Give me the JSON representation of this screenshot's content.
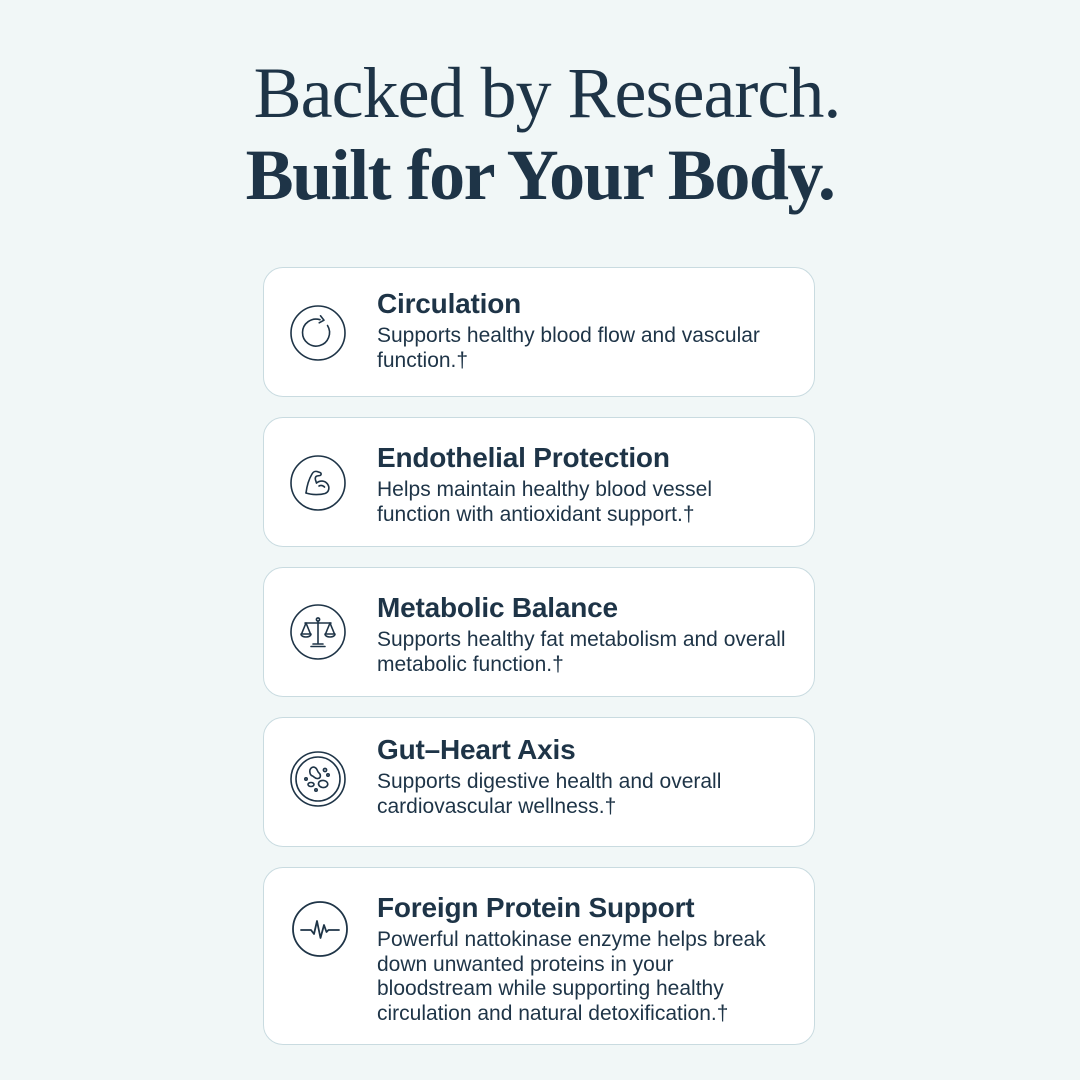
{
  "headline": {
    "line1": "Backed by Research.",
    "line2": "Built for Your Body."
  },
  "benefits": [
    {
      "icon": "circulation-icon",
      "title": "Circulation",
      "description": "Supports healthy blood flow and vascular function.†"
    },
    {
      "icon": "flexed-arm-icon",
      "title": "Endothelial Protection",
      "description": "Helps maintain healthy blood vessel function with antioxidant support.†"
    },
    {
      "icon": "balance-scale-icon",
      "title": "Metabolic Balance",
      "description": "Supports healthy fat metabolism and overall metabolic function.†"
    },
    {
      "icon": "gut-bacteria-icon",
      "title": "Gut–Heart Axis",
      "description": "Supports digestive health and overall cardiovascular wellness.†"
    },
    {
      "icon": "heartbeat-pulse-icon",
      "title": "Foreign Protein Support",
      "description": "Powerful nattokinase enzyme helps break down unwanted proteins in your bloodstream while supporting healthy circulation and natural detoxification.†"
    }
  ],
  "colors": {
    "background": "#f1f7f7",
    "text": "#1e3447",
    "card": "#ffffff",
    "card_border": "#c9dbe0"
  }
}
